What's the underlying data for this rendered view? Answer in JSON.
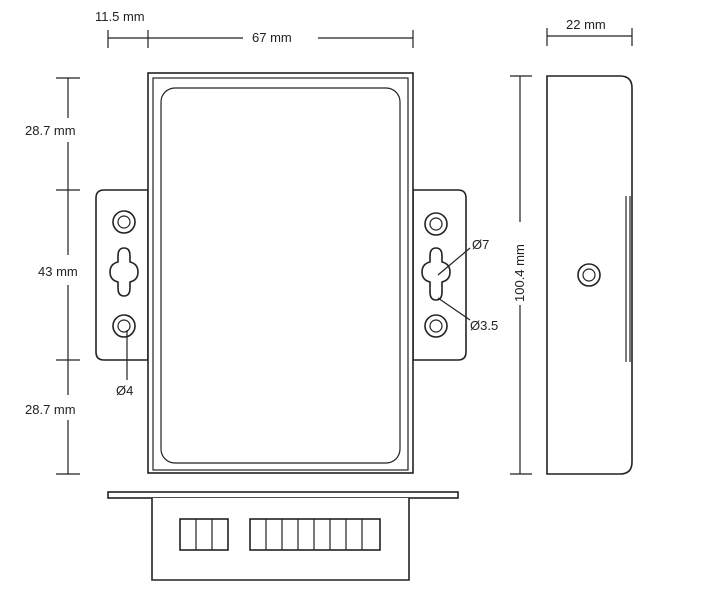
{
  "dimensions": {
    "flange_width": "11.5 mm",
    "body_width": "67 mm",
    "depth": "22 mm",
    "top_segment": "28.7 mm",
    "middle_segment": "43 mm",
    "bottom_segment": "28.7 mm",
    "total_height": "100.4 mm",
    "hole_small": "Ø4",
    "slot_large": "Ø7",
    "slot_small": "Ø3.5"
  },
  "views": [
    "front-view",
    "side-view",
    "bottom-view"
  ]
}
